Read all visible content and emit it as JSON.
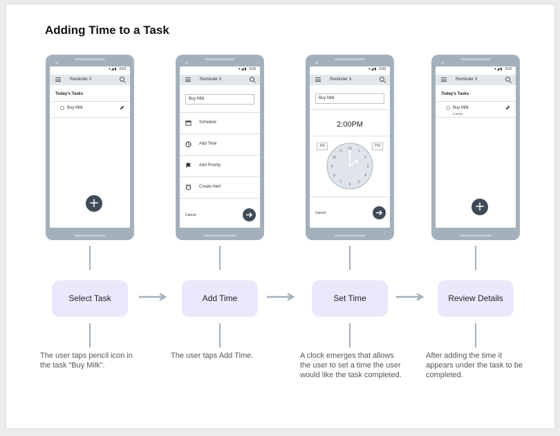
{
  "title": "Adding Time to a Task",
  "status_time": "3:03",
  "app_title": "Reminder X",
  "screens": {
    "one": {
      "section": "Today's Tasks",
      "task": "Buy Milk",
      "fab": "+"
    },
    "two": {
      "input": "Buy Milk",
      "menu": [
        {
          "label": "Schedule",
          "icon": "calendar-icon"
        },
        {
          "label": "Add Time",
          "icon": "clock-icon"
        },
        {
          "label": "Add Priority",
          "icon": "flag-icon"
        },
        {
          "label": "Create Alert",
          "icon": "alarm-icon"
        }
      ],
      "cancel": "Cancel"
    },
    "three": {
      "input": "Buy Milk",
      "time": "2:00PM",
      "am": "AM",
      "pm": "PM",
      "clock_numbers": [
        "12",
        "1",
        "2",
        "3",
        "4",
        "5",
        "6",
        "7",
        "8",
        "9",
        "10",
        "11"
      ],
      "cancel": "Cancel"
    },
    "four": {
      "section": "Today's Tasks",
      "task": "Buy Milk",
      "task_time": "2:00PM",
      "fab": "+"
    }
  },
  "steps": [
    {
      "label": "Select Task",
      "description": "The user taps pencil icon in the task “Buy Milk”."
    },
    {
      "label": "Add Time",
      "description": "The user taps Add Time."
    },
    {
      "label": "Set Time",
      "description": "A clock emerges that allows the user to set a time the user would like the task completed."
    },
    {
      "label": "Review Details",
      "description": "After adding the time it appears under the task to be completed."
    }
  ],
  "colors": {
    "phone": "#a4b0bb",
    "step_fill": "#ede7fb",
    "fab": "#3f4b57",
    "appbar": "#e2e7eb"
  }
}
